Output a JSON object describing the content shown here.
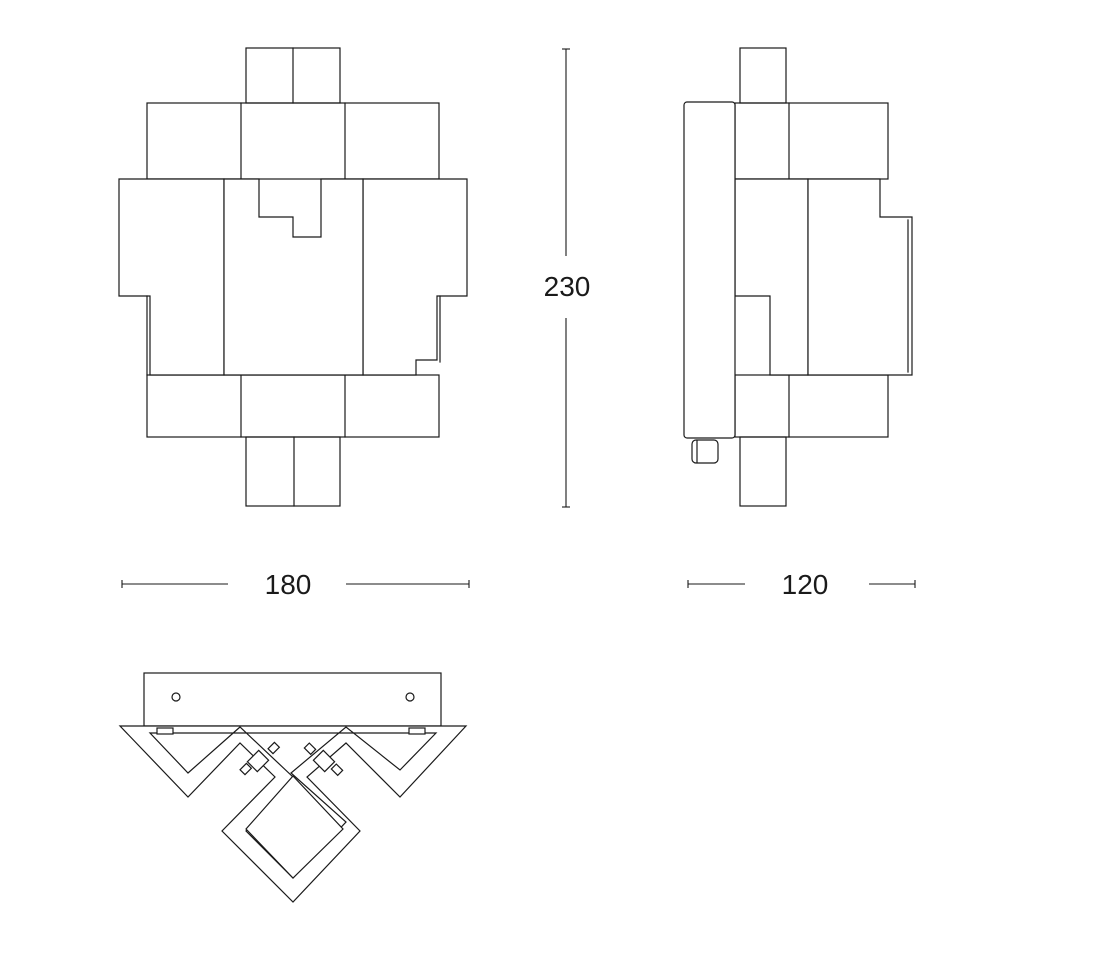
{
  "dimensions": {
    "height_label": "230",
    "front_width_label": "180",
    "side_depth_label": "120"
  },
  "colors": {
    "line": "#1a1a1a",
    "background": "#ffffff"
  }
}
